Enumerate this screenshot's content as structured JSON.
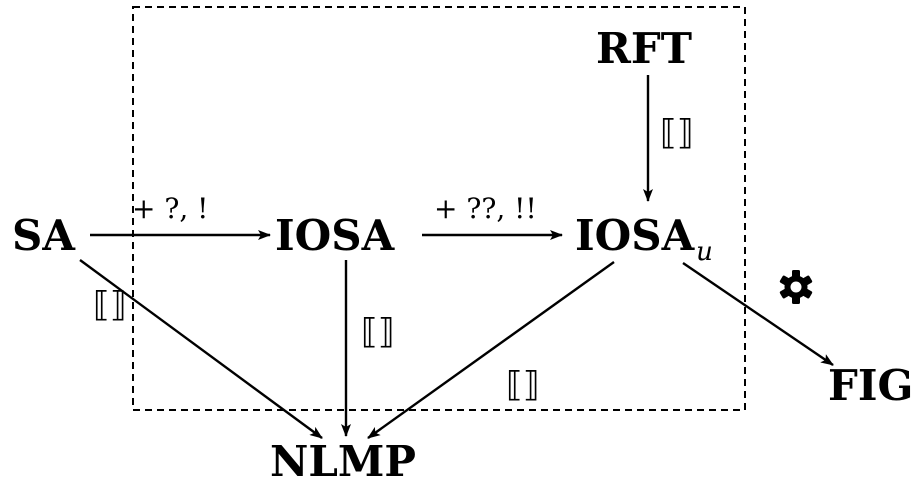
{
  "nodes": {
    "sa": "SA",
    "iosa": "IOSA",
    "iosa_u_main": "IOSA",
    "iosa_u_sub": "u",
    "rft": "RFT",
    "nlmp": "NLMP",
    "fig": "FIG"
  },
  "edge_labels": {
    "sa_to_iosa": "+ ?, !",
    "iosa_to_iosa_u": "+ ??, !!",
    "rft_to_iosa_u": "⟦⟧",
    "sa_to_nlmp": "⟦⟧",
    "iosa_to_nlmp": "⟦⟧",
    "iosa_u_to_nlmp": "⟦⟧"
  },
  "icons": {
    "iosa_u_to_fig": "gear-icon"
  },
  "colors": {
    "foreground": "#000000",
    "background": "#ffffff"
  }
}
